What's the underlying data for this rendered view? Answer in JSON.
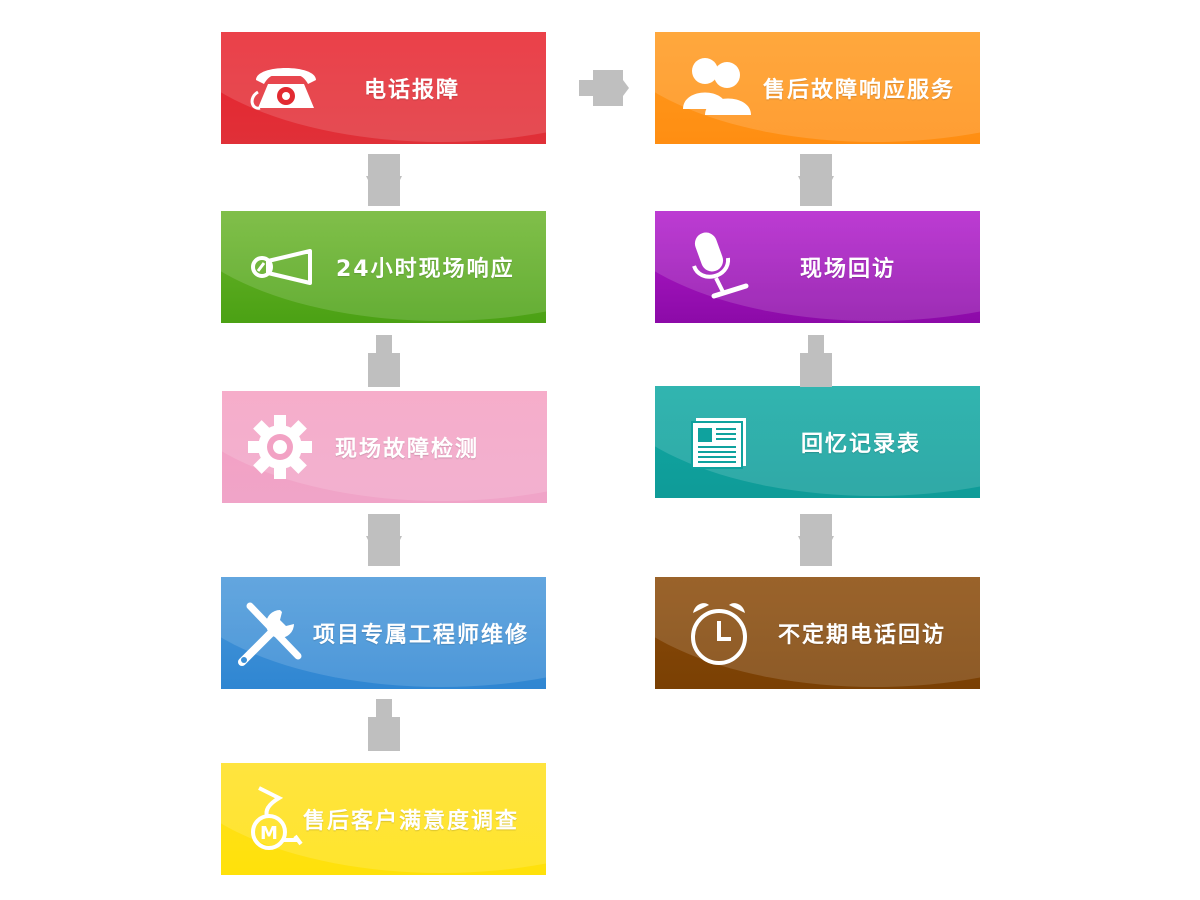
{
  "steps": [
    {
      "label": "电话报障",
      "icon": "telephone-icon",
      "color": "#e8222c"
    },
    {
      "label": "售后故障响应服务",
      "icon": "users-icon",
      "color": "#ff9a1e"
    },
    {
      "label": "24小时现场响应",
      "icon": "horn-icon",
      "color": "#5aab22"
    },
    {
      "label": "现场回访",
      "icon": "microphone-icon",
      "color": "#a114bb"
    },
    {
      "label": "现场故障检测",
      "icon": "gear-icon",
      "color": "#f2a2c4"
    },
    {
      "label": "回忆记录表",
      "icon": "newspaper-icon",
      "color": "#0fa29e"
    },
    {
      "label": "项目专属工程师维修",
      "icon": "tools-icon",
      "color": "#3b8fd6"
    },
    {
      "label": "不定期电话回访",
      "icon": "alarm-clock-icon",
      "color": "#804506"
    },
    {
      "label": "售后客户满意度调查",
      "icon": "french-horn-icon",
      "color": "#ffe014"
    }
  ],
  "connector_color": "#bfbfbf"
}
